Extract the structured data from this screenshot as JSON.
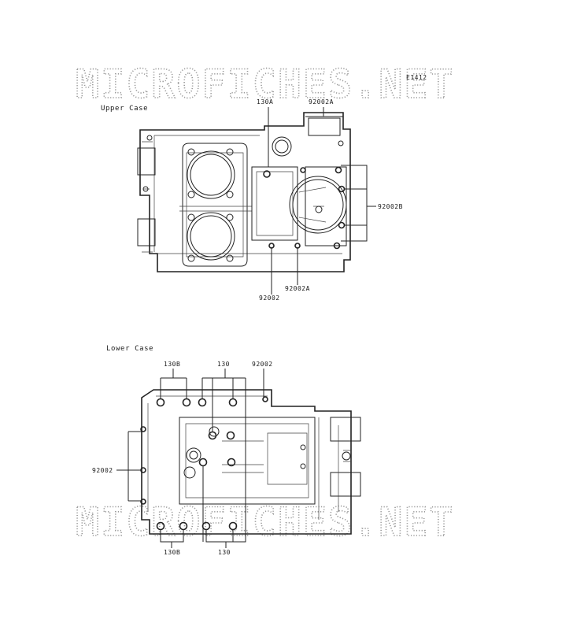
{
  "diagram_code": "E1412",
  "watermark": "MICROFICHES.NET",
  "upper_case": {
    "title": "Upper Case",
    "labels": {
      "p130A": "130A",
      "p92002A_top": "92002A",
      "p92002B": "92002B",
      "p92002A_bottom": "92002A",
      "p92002": "92002"
    }
  },
  "lower_case": {
    "title": "Lower Case",
    "labels": {
      "p130B_top": "130B",
      "p130_top": "130",
      "p92002_top": "92002",
      "p92002_left": "92002",
      "p130B_bottom": "130B",
      "p130_bottom": "130"
    }
  }
}
